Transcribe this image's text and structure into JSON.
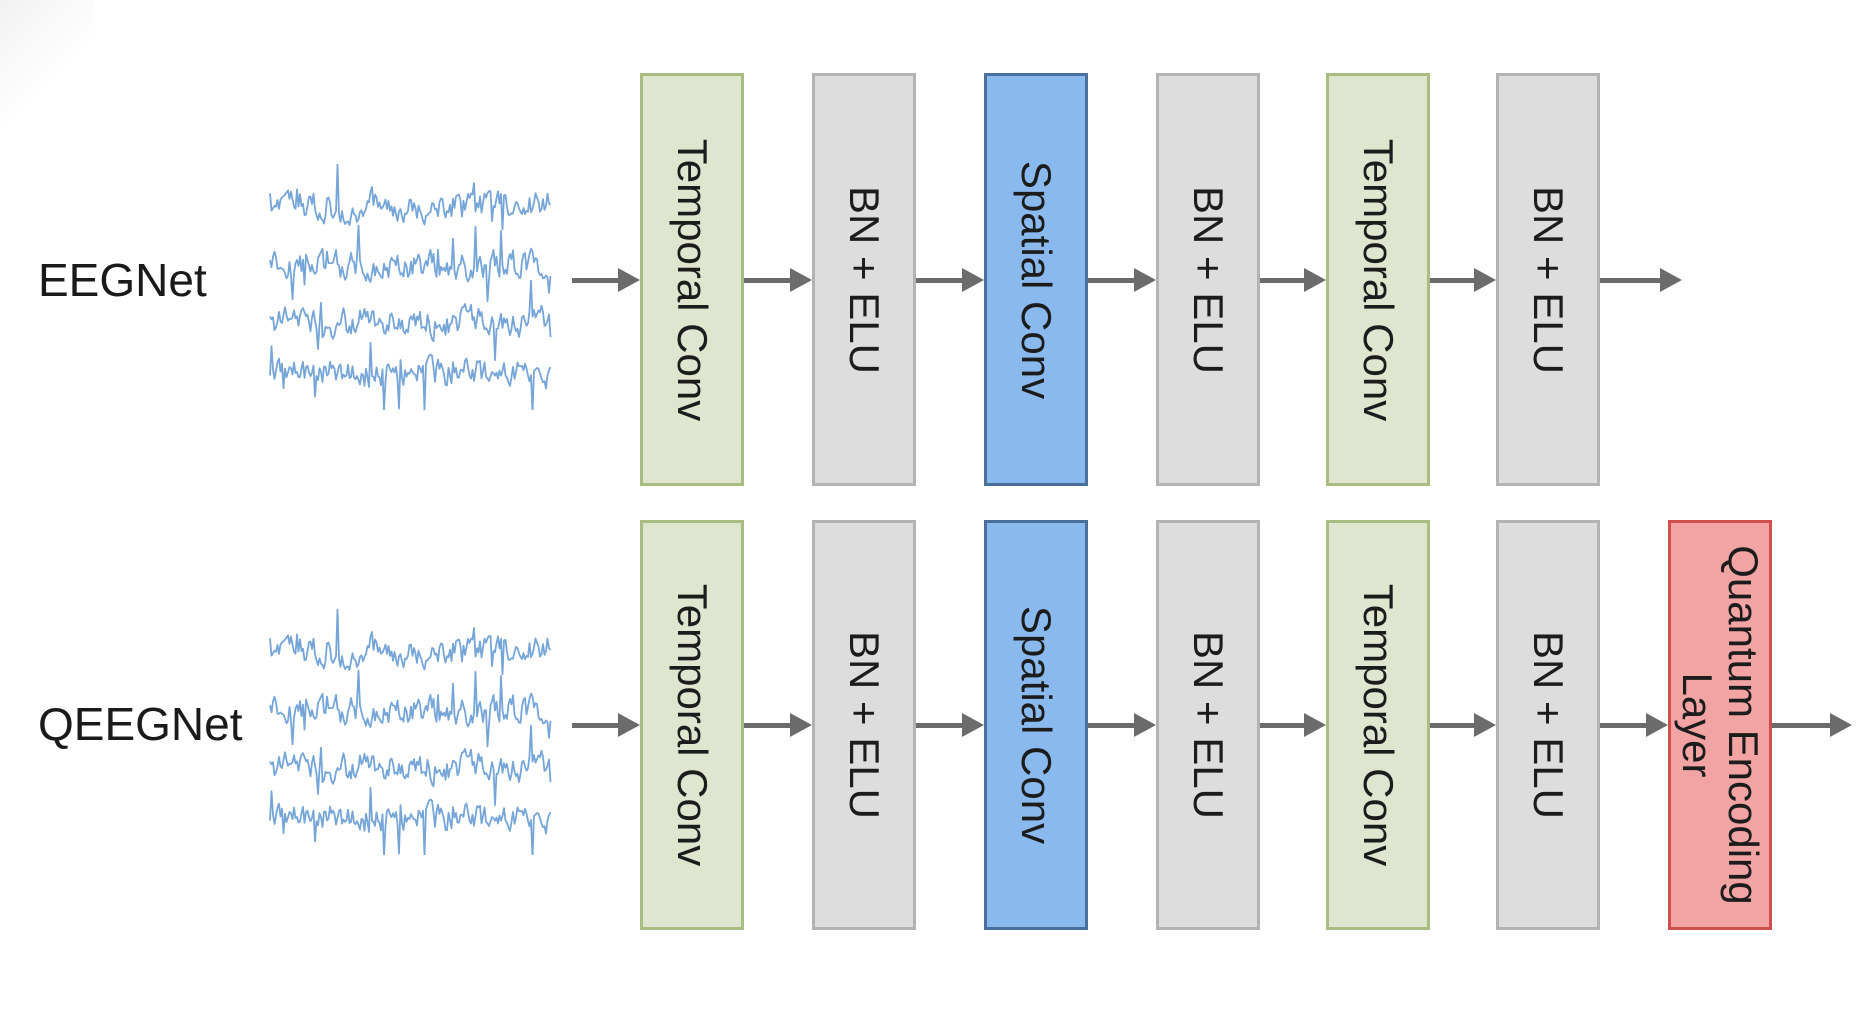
{
  "diagram": {
    "rows": [
      {
        "label": "EEGNet",
        "blocks": [
          {
            "label": "Temporal Conv",
            "type": "green"
          },
          {
            "label": "BN + ELU",
            "type": "gray"
          },
          {
            "label": "Spatial Conv",
            "type": "blue"
          },
          {
            "label": "BN + ELU",
            "type": "gray"
          },
          {
            "label": "Temporal Conv",
            "type": "green"
          },
          {
            "label": "BN + ELU",
            "type": "gray"
          }
        ]
      },
      {
        "label": "QEEGNet",
        "blocks": [
          {
            "label": "Temporal Conv",
            "type": "green"
          },
          {
            "label": "BN + ELU",
            "type": "gray"
          },
          {
            "label": "Spatial Conv",
            "type": "blue"
          },
          {
            "label": "BN + ELU",
            "type": "gray"
          },
          {
            "label": "Temporal Conv",
            "type": "green"
          },
          {
            "label": "BN + ELU",
            "type": "gray"
          },
          {
            "label": "Quantum Encoding Layer",
            "lines": [
              "Quantum Encoding",
              "Layer"
            ],
            "type": "red"
          }
        ]
      }
    ],
    "colors": {
      "temporal_conv_fill": "#dee6d0",
      "temporal_conv_border": "#a9bc82",
      "bn_elu_fill": "#dddddd",
      "bn_elu_border": "#b3b3b3",
      "spatial_conv_fill": "#8ab9ee",
      "spatial_conv_border": "#4b6f9b",
      "quantum_fill": "#f2a4a4",
      "quantum_border": "#cf4f4f",
      "arrow": "#6b6b6b",
      "waveform": "#76a5d8",
      "text": "#1c1c1c"
    }
  }
}
